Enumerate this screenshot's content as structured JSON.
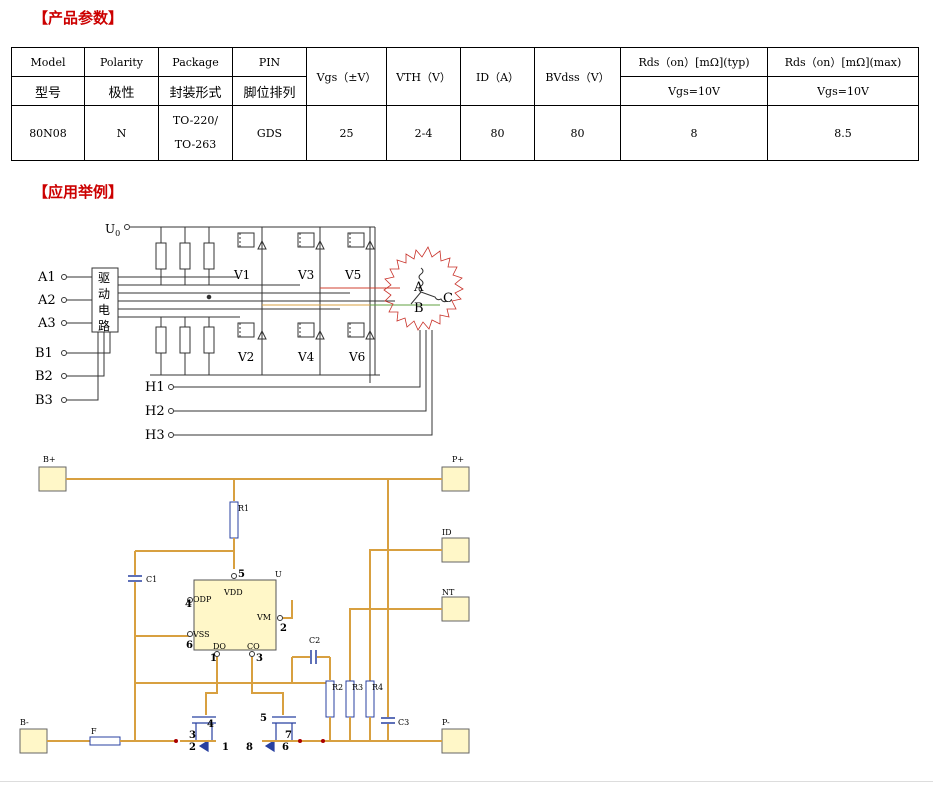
{
  "sections": {
    "params_title": "【产品参数】",
    "example_title": "【应用举例】"
  },
  "table": {
    "h_model": "Model",
    "h_model_zh": "型号",
    "h_polarity": "Polarity",
    "h_polarity_zh": "极性",
    "h_package": "Package",
    "h_package_zh": "封装形式",
    "h_pin": "PIN",
    "h_pin_zh": "脚位排列",
    "h_vgs": "Vgs（±V）",
    "h_vth": "VTH（V）",
    "h_id": "ID（A）",
    "h_bvdss": "BVdss（V）",
    "h_rds_typ": "Rds（on）[mΩ](typ)",
    "h_rds_typ_cond": "Vgs=10V",
    "h_rds_max": "Rds（on）[mΩ](max)",
    "h_rds_max_cond": "Vgs=10V",
    "row": {
      "model": "80N08",
      "polarity": "N",
      "package_line1": "TO-220/",
      "package_line2": "TO-263",
      "pin": "GDS",
      "vgs": "25",
      "vth": "2-4",
      "id": "80",
      "bvdss": "80",
      "rds_typ": "8",
      "rds_max": "8.5"
    }
  },
  "motor_diagram": {
    "supply": "U0",
    "inputs": [
      "A1",
      "A2",
      "A3",
      "B1",
      "B2",
      "B3"
    ],
    "driver_label": [
      "驱",
      "动",
      "电",
      "路"
    ],
    "switches": [
      "V1",
      "V3",
      "V5",
      "V2",
      "V4",
      "V6"
    ],
    "phases": [
      "A",
      "B",
      "C"
    ],
    "hall": [
      "H1",
      "H2",
      "H3"
    ]
  },
  "bms_diagram": {
    "pads": [
      "B+",
      "P+",
      "ID",
      "NT",
      "B-",
      "P-"
    ],
    "parts": [
      "R1",
      "C1",
      "U",
      "C2",
      "R2",
      "R3",
      "R4",
      "C3",
      "F"
    ],
    "ic_pins": [
      "VDD",
      "VM",
      "ODP",
      "VSS",
      "DO",
      "CO"
    ],
    "pin_numbers": [
      "5",
      "2",
      "4",
      "6",
      "1",
      "3",
      "4",
      "3",
      "2",
      "1",
      "8",
      "5",
      "7",
      "6"
    ]
  }
}
